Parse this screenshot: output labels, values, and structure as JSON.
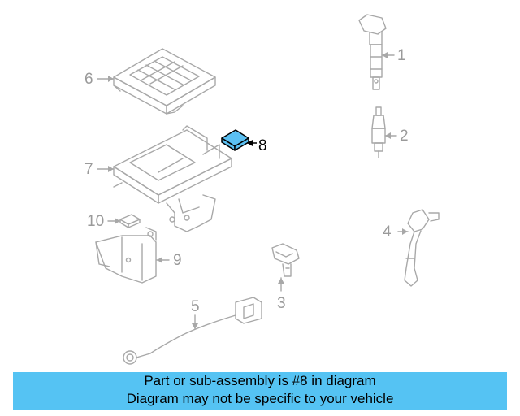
{
  "callouts": [
    {
      "id": "1",
      "label": "1"
    },
    {
      "id": "2",
      "label": "2"
    },
    {
      "id": "3",
      "label": "3"
    },
    {
      "id": "4",
      "label": "4"
    },
    {
      "id": "5",
      "label": "5"
    },
    {
      "id": "6",
      "label": "6"
    },
    {
      "id": "7",
      "label": "7"
    },
    {
      "id": "8",
      "label": "8",
      "highlighted": true
    },
    {
      "id": "9",
      "label": "9"
    },
    {
      "id": "10",
      "label": "10"
    }
  ],
  "banner": {
    "line1": "Part or sub-assembly is #8 in diagram",
    "line2": "Diagram may not be specific to your vehicle"
  },
  "colors": {
    "line_art": "#a8a8a8",
    "highlight_part": "#5bc0f2",
    "banner_bg": "#55c3f3",
    "active_label": "#000000"
  }
}
